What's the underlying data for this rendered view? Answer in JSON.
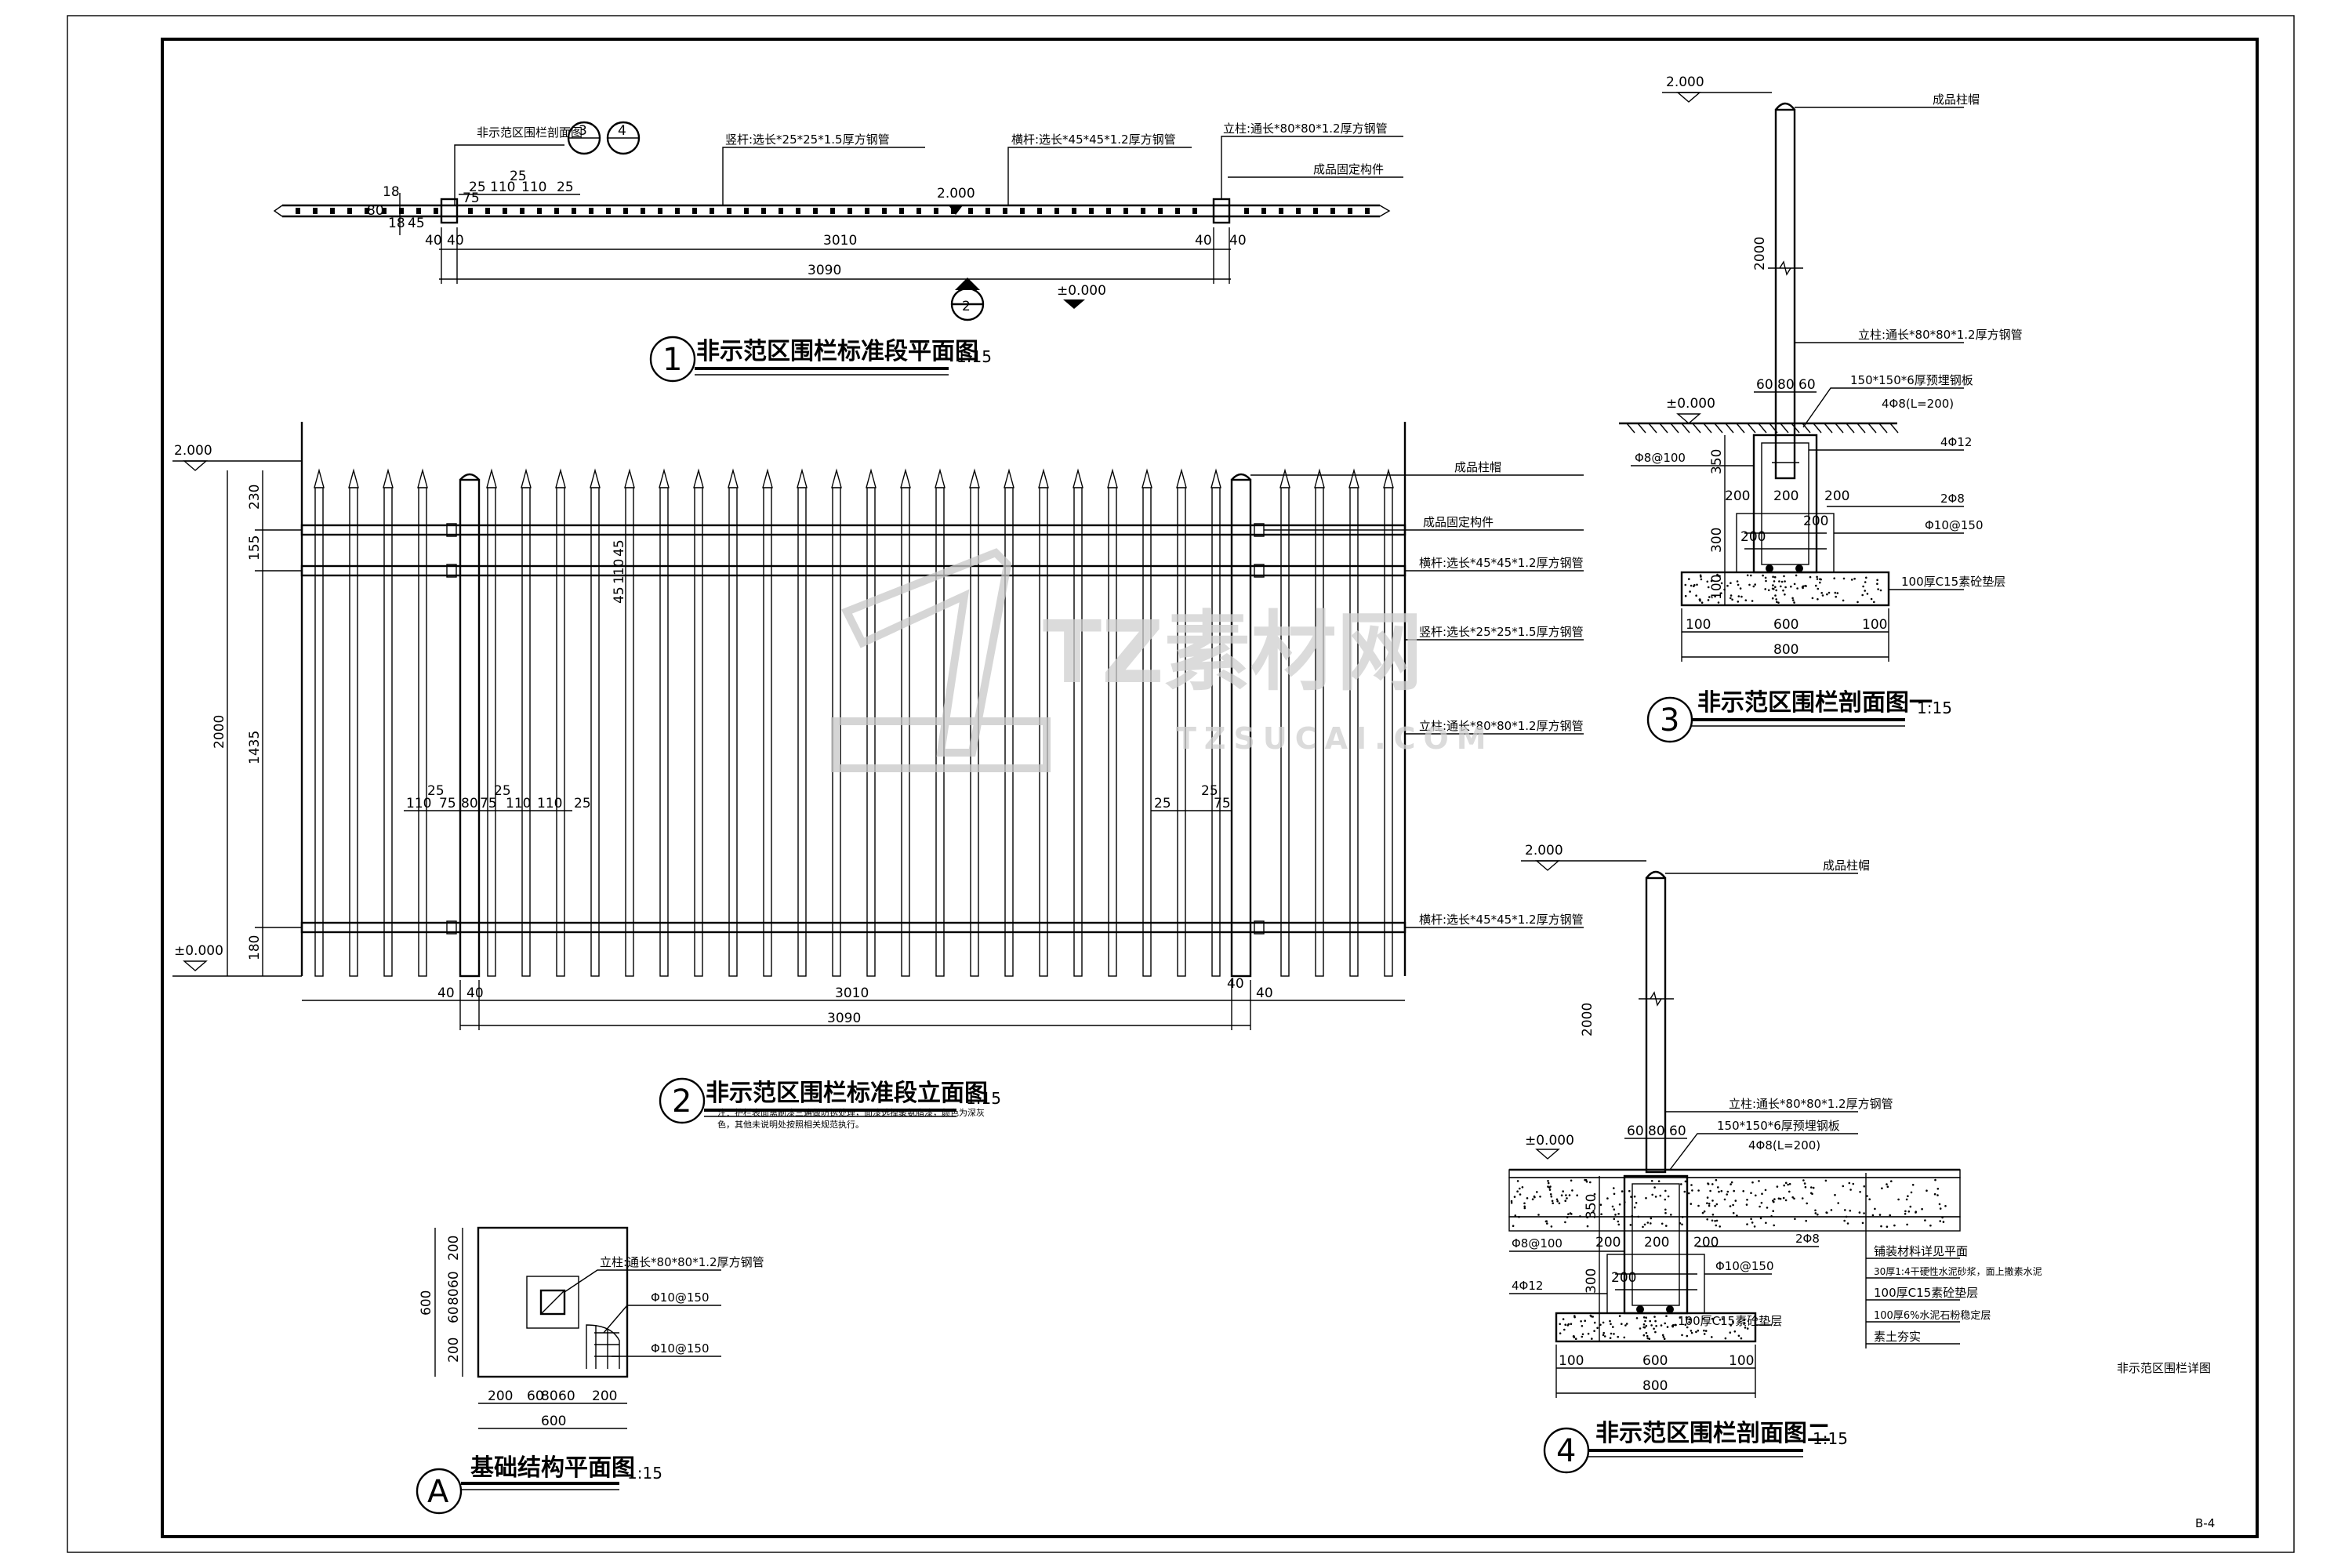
{
  "sheet": {
    "code": "非示范区围栏详图",
    "page": "B-4"
  },
  "plan": {
    "number": "1",
    "title": "非示范区围栏标准段平面图",
    "scale": "1:15",
    "elev": "2.000",
    "zero": "±0.000",
    "ref_label": "非示范区围栏剖面图",
    "ref_a": "3",
    "ref_b": "4",
    "section_ref": "2",
    "notes": {
      "vbar": "竖杆:选长*25*25*1.5厚方钢管",
      "hbar": "横杆:选长*45*45*1.2厚方钢管",
      "post": "立柱:通长*80*80*1.2厚方钢管",
      "fix": "成品固定构件"
    },
    "dims": {
      "d25a": "25",
      "d75": "75",
      "d110a": "110",
      "d25b": "25",
      "d110b": "110",
      "d25c": "25",
      "d18a": "18",
      "d80": "80",
      "d18b": "18",
      "d45": "45",
      "d40a": "40",
      "d40b": "40",
      "d40c": "40",
      "d40d": "40",
      "span": "3010",
      "total": "3090"
    }
  },
  "elev_view": {
    "number": "2",
    "title": "非示范区围栏标准段立面图",
    "scale": "1:15",
    "top": "2.000",
    "zero": "±0.000",
    "note": "注：护栏表面需刷漆三遍做防锈处理，面漆选择聚氨脂漆，颜色为深灰色，其他未说明处按照相关规范执行。",
    "notes": {
      "cap": "成品柱帽",
      "connector": "成品固定构件",
      "hbar": "横杆:选长*45*45*1.2厚方钢管",
      "vbar": "竖杆:选长*25*25*1.5厚方钢管",
      "post": "立柱:通长*80*80*1.2厚方钢管",
      "hbar2": "横杆:选长*45*45*1.2厚方钢管"
    },
    "dims": {
      "h230": "230",
      "h155": "155",
      "h1435": "1435",
      "h180": "180",
      "h2000": "2000",
      "h45a": "45",
      "h110": "110",
      "h45b": "45",
      "l110a": "110",
      "l25a": "25",
      "l75a": "75",
      "l80": "80",
      "l75b": "75",
      "l25b": "25",
      "l110b": "110",
      "l110c": "110",
      "l25c": "25",
      "r25a": "25",
      "r25b": "25",
      "r75": "75",
      "b40a": "40",
      "b40b": "40",
      "b40c": "40",
      "b40d": "40",
      "span": "3010",
      "total": "3090"
    }
  },
  "sec1": {
    "number": "3",
    "title": "非示范区围栏剖面图一",
    "scale": "1:15",
    "top": "2.000",
    "zero": "±0.000",
    "notes": {
      "cap": "成品柱帽",
      "post": "立柱:通长*80*80*1.2厚方钢管",
      "plate": "150*150*6厚预埋钢板",
      "anchor": "4Φ8(L=200)",
      "bar1": "4Φ12",
      "stir": "Φ8@100",
      "bar2": "2Φ8",
      "stir2": "Φ10@150",
      "base": "100厚C15素砼垫层"
    },
    "dims": {
      "h2000": "2000",
      "d60a": "60",
      "d80": "80",
      "d60b": "60",
      "h350": "350",
      "h300": "300",
      "h100": "100",
      "w200a": "200",
      "w200b": "200",
      "w200c": "200",
      "w200d": "200",
      "w200e": "200",
      "w100a": "100",
      "w600": "600",
      "w100b": "100",
      "w800": "800"
    }
  },
  "sec2": {
    "number": "4",
    "title": "非示范区围栏剖面图二",
    "scale": "1:15",
    "top": "2.000",
    "zero": "±0.000",
    "notes": {
      "cap": "成品柱帽",
      "post": "立柱:通长*80*80*1.2厚方钢管",
      "plate": "150*150*6厚预埋钢板",
      "anchor": "4Φ8(L=200)",
      "stir": "Φ8@100",
      "bar2": "2Φ8",
      "bar1": "4Φ12",
      "stir2": "Φ10@150",
      "layer1": "铺装材料详见平面",
      "layer2": "30厚1:4干硬性水泥砂浆，面上撒素水泥",
      "layer3": "100厚C15素砼垫层",
      "layer4": "100厚6%水泥石粉稳定层",
      "layer5": "素土夯实",
      "base": "100厚C15素砼垫层"
    },
    "dims": {
      "h2000": "2000",
      "d60a": "60",
      "d80": "80",
      "d60b": "60",
      "h350": "350",
      "h300": "300",
      "w200a": "200",
      "w200b": "200",
      "w200c": "200",
      "w200d": "200",
      "w100a": "100",
      "w600": "600",
      "w100b": "100",
      "w800": "800"
    }
  },
  "foundation": {
    "number": "A",
    "title": "基础结构平面图",
    "scale": "1:15",
    "notes": {
      "post": "立柱:通长*80*80*1.2厚方钢管",
      "stir": "Φ10@150",
      "stir2": "Φ10@150"
    },
    "dims": {
      "v200a": "200",
      "v60a": "60",
      "v80": "80",
      "v60b": "60",
      "v200b": "200",
      "v600": "600",
      "h200a": "200",
      "h60a": "60",
      "h80": "80",
      "h60b": "60",
      "h200b": "200",
      "h600": "600"
    }
  },
  "watermark": {
    "brand": "TZ素材网",
    "site": "TZSUCAI.COM"
  }
}
